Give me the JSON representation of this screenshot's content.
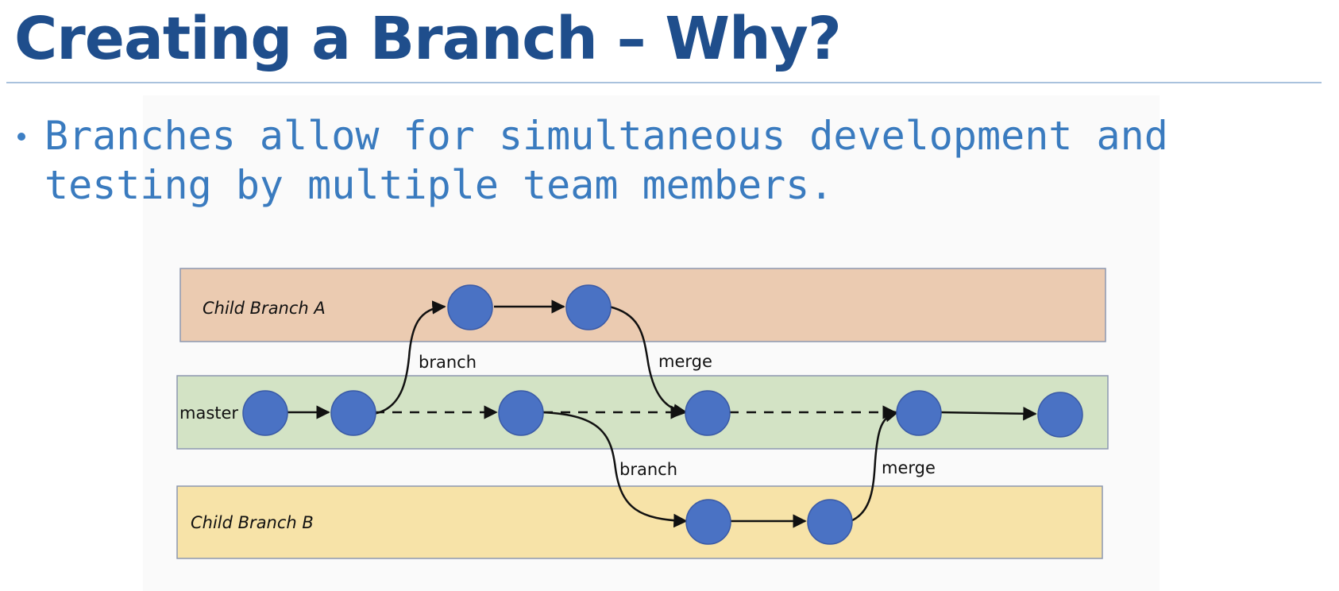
{
  "title": "Creating a Branch – Why?",
  "bullet": {
    "line1": "Branches allow for simultaneous development and",
    "line2": "testing by multiple team members."
  },
  "diagram": {
    "lanes": {
      "child_a": "Child Branch A",
      "master": "master",
      "child_b": "Child Branch B"
    },
    "edge_labels": {
      "branch_a": "branch",
      "merge_a": "merge",
      "branch_b": "branch",
      "merge_b": "merge"
    }
  },
  "colors": {
    "title": "#1f4e8c",
    "bullet_text": "#3a7bbf",
    "lane_a": "#ebcbb1",
    "lane_master": "#d3e3c5",
    "lane_b": "#f7e3a8",
    "node": "#4a72c4"
  }
}
